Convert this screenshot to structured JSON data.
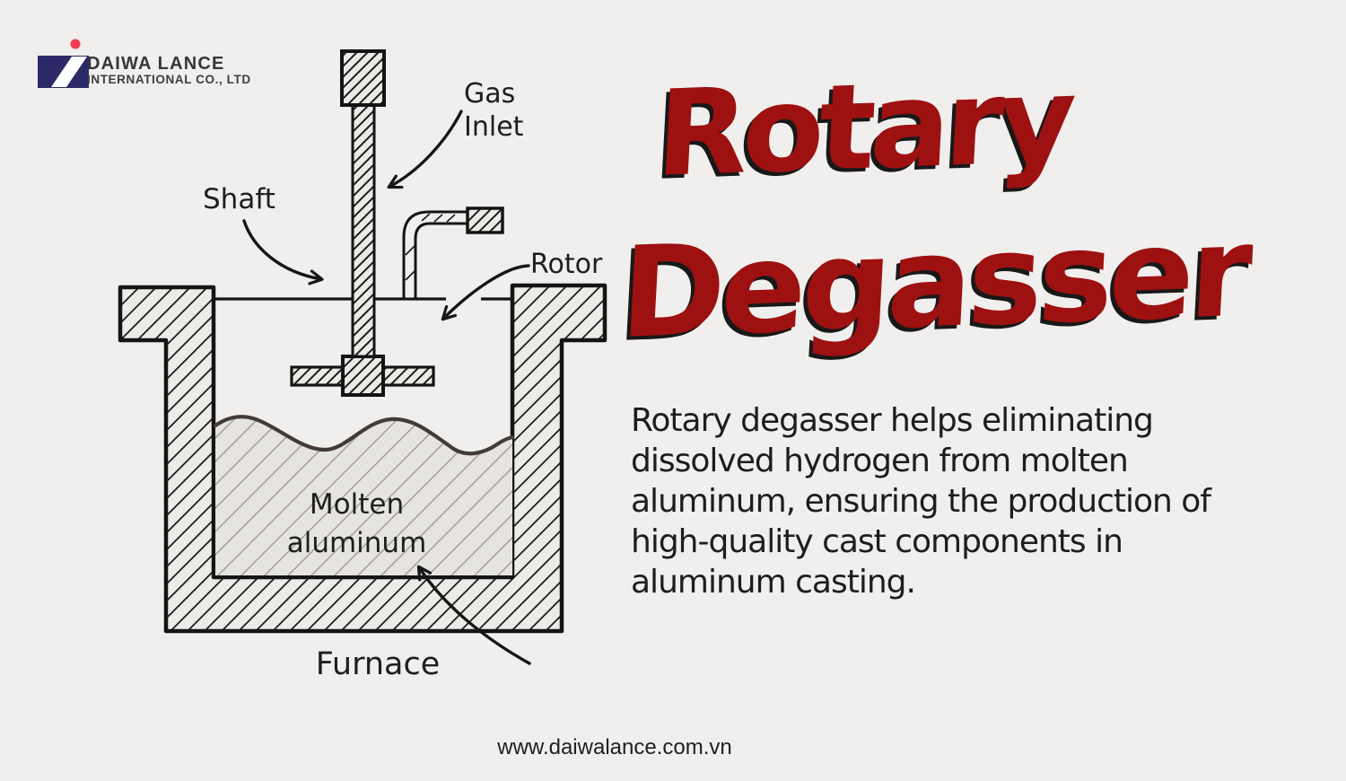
{
  "page": {
    "background": "#f0efed"
  },
  "logo": {
    "company": "DAIWA LANCE",
    "subtitle": "INTERNATIONAL CO., LTD",
    "navy": "#2d2968",
    "dot_red": "#f43b50"
  },
  "title": {
    "line1": "Rotary",
    "line2": "Degasser",
    "color": "#9e1111"
  },
  "paragraph": {
    "lines": [
      "Rotary degasser helps eliminating",
      "dissolved hydrogen from molten",
      "aluminum, ensuring the production of",
      "high-quality cast components in",
      "aluminum casting."
    ]
  },
  "diagram": {
    "ink": "#161616",
    "melt_surface_color": "#453b36",
    "labels": {
      "shaft": "Shaft",
      "gas_line1": "Gas",
      "gas_line2": "Inlet",
      "rotor": "Rotor",
      "molten_line1": "Molten",
      "molten_line2": "aluminum",
      "furnace": "Furnace"
    }
  },
  "footer": {
    "url": "www.daiwalance.com.vn"
  }
}
